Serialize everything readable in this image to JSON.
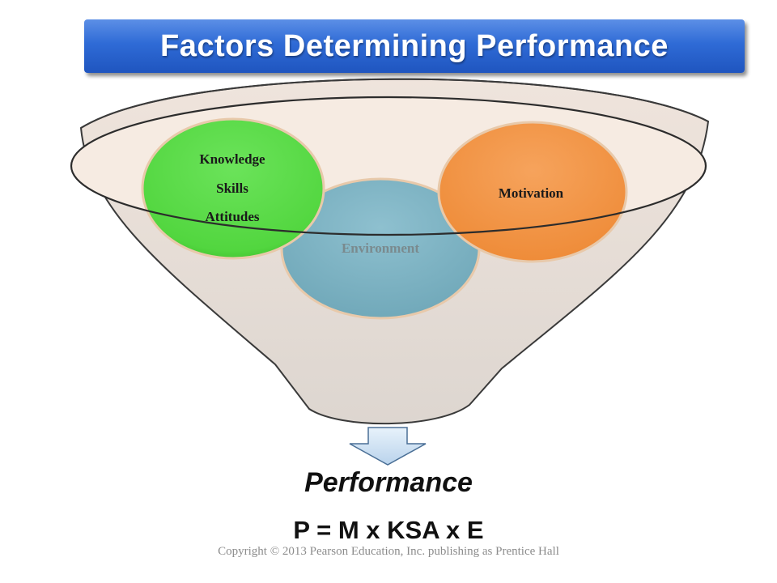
{
  "title": "Factors Determining Performance",
  "funnel": {
    "circles": {
      "ksa": {
        "lines": [
          "Knowledge",
          "Skills",
          "Attitudes"
        ],
        "color": "#5ddc4a"
      },
      "environment": {
        "label": "Environment",
        "color": "#7fb3c3"
      },
      "motivation": {
        "label": "Motivation",
        "color": "#f4984a"
      }
    }
  },
  "output": {
    "label": "Performance",
    "formula": "P = M x KSA x E"
  },
  "copyright": "Copyright © 2013 Pearson Education, Inc. publishing as Prentice Hall"
}
